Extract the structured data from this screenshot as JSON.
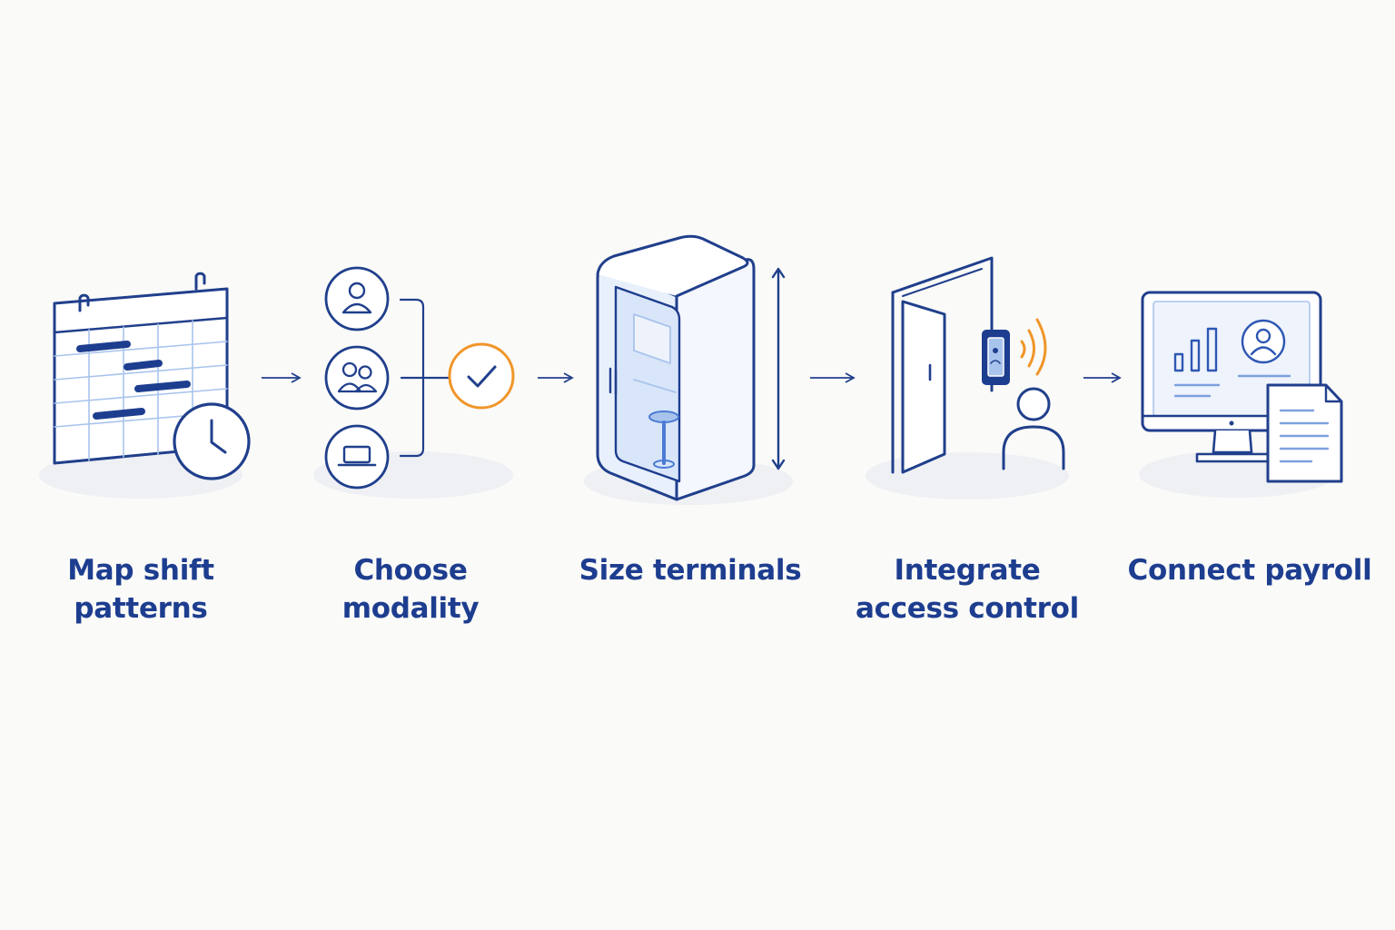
{
  "colors": {
    "navy": "#1d3d8f",
    "line": "#203f8c",
    "accent_orange": "#f0962a",
    "light_blue": "#a9c4ec",
    "fill_blue": "#e8f0fb",
    "shadow": "#eef0f4",
    "background": "#fafaf8"
  },
  "steps": [
    {
      "icon": "calendar-clock-icon",
      "lines": [
        "Map shift",
        "patterns"
      ]
    },
    {
      "icon": "modality-options-icon",
      "lines": [
        "Choose",
        "modality"
      ]
    },
    {
      "icon": "terminal-booth-icon",
      "lines": [
        "Size terminals"
      ]
    },
    {
      "icon": "door-reader-person-icon",
      "lines": [
        "Integrate",
        "access control"
      ]
    },
    {
      "icon": "monitor-payroll-icon",
      "lines": [
        "Connect payroll"
      ]
    }
  ],
  "connectors": [
    "arrow-right-icon",
    "arrow-right-icon",
    "arrow-right-icon",
    "arrow-right-icon"
  ]
}
